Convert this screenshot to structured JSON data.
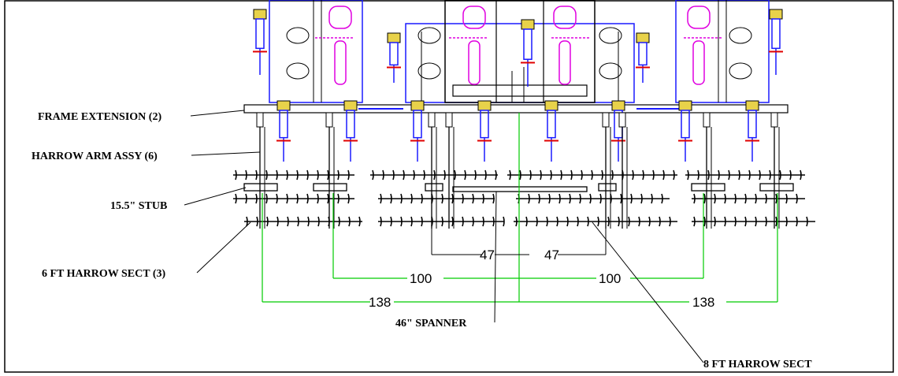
{
  "callouts": {
    "frame_extension": "FRAME EXTENSION (2)",
    "harrow_arm_assy": "HARROW ARM ASSY (6)",
    "stub": "15.5\" STUB",
    "six_ft_harrow": "6 FT HARROW SECT (3)",
    "spanner": "46\" SPANNER",
    "eight_ft_harrow": "8 FT HARROW SECT"
  },
  "dimensions": {
    "inner_left": "47",
    "inner_right": "47",
    "mid_left": "100",
    "mid_right": "100",
    "outer_left": "138",
    "outer_right": "138"
  },
  "colors": {
    "dimension_lines": "#00cc00",
    "hydraulics": "#1a1aff",
    "tires": "#e000e0",
    "frame": "#000000"
  }
}
